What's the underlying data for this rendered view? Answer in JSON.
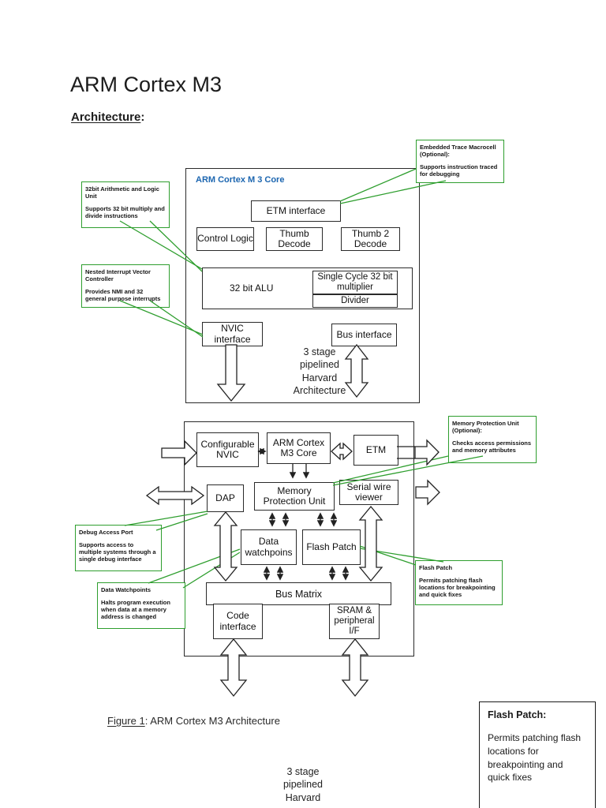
{
  "header": {
    "title": "ARM Cortex M3",
    "section": "Architecture",
    "colon": ":"
  },
  "diagram1": {
    "core_label": "ARM Cortex M 3 Core",
    "etm_interface": "ETM interface",
    "control_logic": "Control Logic",
    "thumb_decode": "Thumb Decode",
    "thumb2_decode": "Thumb 2 Decode",
    "alu": "32 bit ALU",
    "multiplier": "Single Cycle 32 bit multiplier",
    "divider": "Divider",
    "nvic_interface": "NVIC interface",
    "bus_interface": "Bus interface",
    "pipeline_note": "3 stage pipelined Harvard Architecture"
  },
  "diagram2": {
    "configurable_nvic": "Configurable NVIC",
    "core": "ARM Cortex M3 Core",
    "etm": "ETM",
    "dap": "DAP",
    "mpu": "Memory Protection Unit",
    "serial_wire_viewer": "Serial wire viewer",
    "data_watchpoints": "Data watchpoins",
    "flash_patch": "Flash Patch",
    "bus_matrix": "Bus Matrix",
    "code_interface": "Code interface",
    "sram": "SRAM & peripheral I/F"
  },
  "callouts": {
    "etm": {
      "title": "Embedded Trace Macrocell (Optional):",
      "body": "Supports instruction traced for debugging"
    },
    "alu": {
      "title": "32bit Arithmetic and Logic Unit",
      "body": "Supports 32 bit multiply and divide instructions"
    },
    "nvic": {
      "title": "Nested Interrupt Vector Controller",
      "body": "Provides NMI and 32 general purpose interrupts"
    },
    "mpu": {
      "title": "Memory Protection Unit (Optional):",
      "body": "Checks access permissions and memory attributes"
    },
    "dap": {
      "title": "Debug Access Port",
      "body": "Supports access to multiple systems through a single debug interface"
    },
    "watchpoints": {
      "title": "Data Watchpoints",
      "body": "Halts program execution when data at a memory address is changed"
    },
    "flash_patch": {
      "title": "Flash Patch",
      "body": "Permits patching flash locations for breakpointing and quick fixes"
    }
  },
  "figure": {
    "label": "Figure 1",
    "text": ": ARM Cortex M3 Architecture"
  },
  "note_box": {
    "title": "Flash Patch:",
    "body": "Permits patching flash locations for breakpointing and quick fixes"
  },
  "footer_note": "3 stage pipelined Harvard",
  "colors": {
    "green": "#2e9e2e",
    "blue": "#1c66b0",
    "ink": "#222222"
  }
}
